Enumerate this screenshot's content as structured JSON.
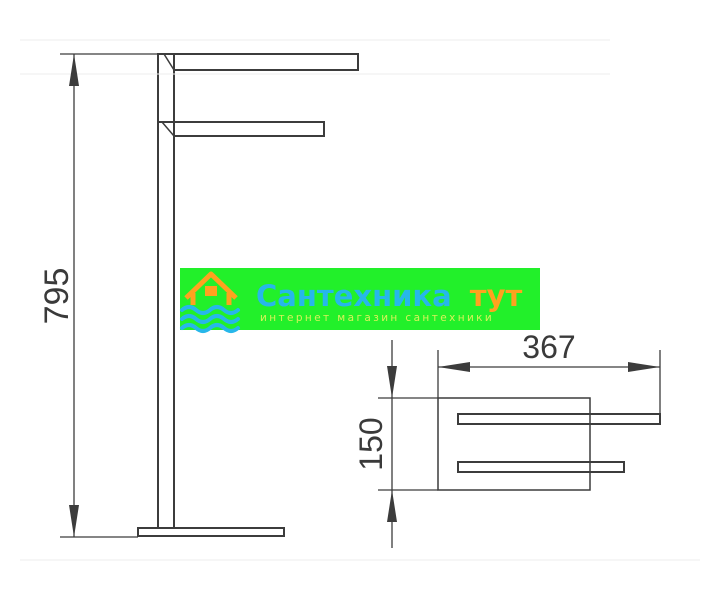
{
  "dimensions": {
    "height_total": "795",
    "width": "367",
    "depth": "150"
  },
  "watermark": {
    "title_main": "Сантехника",
    "title_accent": "тут",
    "subtitle": "интернет магазин сантехники",
    "colors": {
      "background": "#22f02a",
      "main_text": "#27b7ea",
      "accent_text": "#ffa21f",
      "subtitle_text": "#d7f25a",
      "house_icon": "#ffa21f",
      "waves_icon": "#27b7ea"
    }
  }
}
